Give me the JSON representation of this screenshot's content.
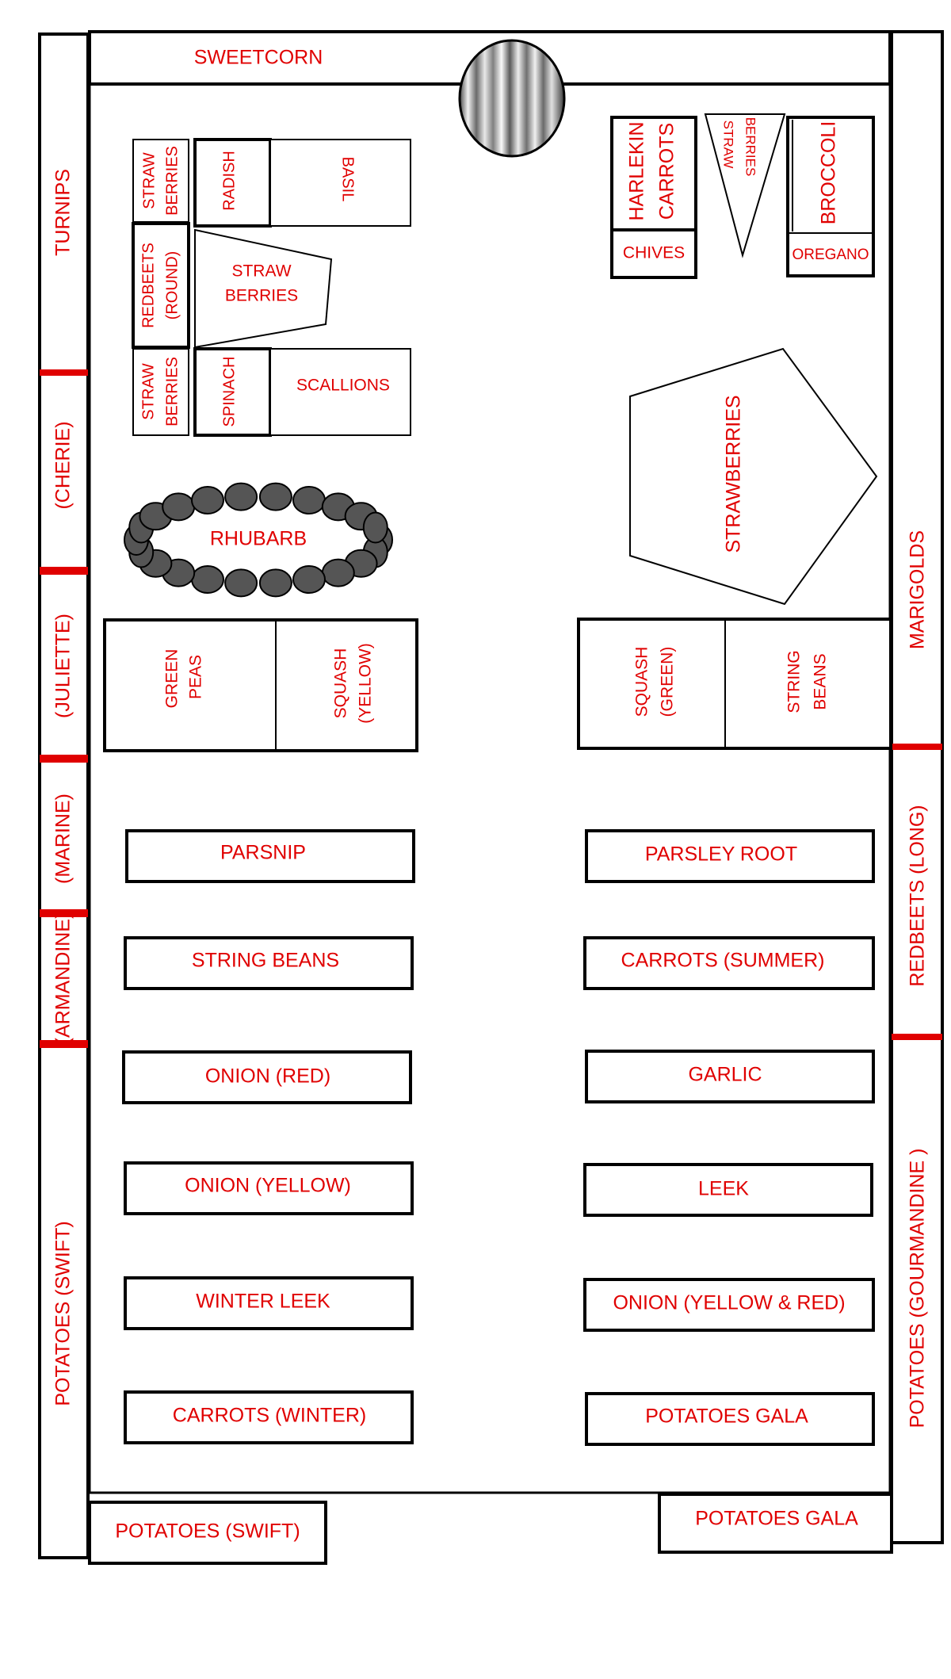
{
  "colors": {
    "label": "#e00000",
    "outline": "#000000",
    "divider": "#e00000",
    "stone": "#555555"
  },
  "labels": {
    "sweetcorn": "SWEETCORN",
    "turnips": "TURNIPS",
    "cherie": "(CHERIE)",
    "juliette": "(JULIETTE)",
    "marine": "(MARINE)",
    "armandine": "(ARMANDINE)",
    "potatoes_swift_left": "POTATOES (SWIFT)",
    "marigolds": "MARIGOLDS",
    "redbeets_long": "REDBEETS (LONG)",
    "potatoes_gourmandine": "POTATOES (GOURMANDINE )",
    "strawberries_top_l1": "STRAW",
    "strawberries_top_l2": "BERRIES",
    "radish": "RADISH",
    "basil": "BASIL",
    "redbeets_round_l1": "REDBEETS",
    "redbeets_round_l2": "(ROUND)",
    "strawberries_mid_l1": "STRAW",
    "strawberries_mid_l2": "BERRIES",
    "strawberries_low_l1": "STRAW",
    "strawberries_low_l2": "BERRIES",
    "spinach": "SPINACH",
    "scallions": "SCALLIONS",
    "rhubarb": "RHUBARB",
    "harlekin_l1": "HARLEKIN",
    "harlekin_l2": "CARROTS",
    "chives": "CHIVES",
    "strawberries_tri_l1": "STRAW",
    "strawberries_tri_l2": "BERRIES",
    "broccoli": "BROCCOLI",
    "oregano": "OREGANO",
    "strawberries_pentagon": "STRAWBERRIES",
    "green_peas_l1": "GREEN",
    "green_peas_l2": "PEAS",
    "squash_yellow_l1": "SQUASH",
    "squash_yellow_l2": "(YELLOW)",
    "squash_green_l1": "SQUASH",
    "squash_green_l2": "(GREEN)",
    "string_beans_right_l1": "STRING",
    "string_beans_right_l2": "BEANS",
    "parsnip": "PARSNIP",
    "string_beans_left": "STRING BEANS",
    "onion_red": "ONION (RED)",
    "onion_yellow": "ONION (YELLOW)",
    "winter_leek": "WINTER LEEK",
    "carrots_winter": "CARROTS (WINTER)",
    "parsley_root": "PARSLEY ROOT",
    "carrots_summer": "CARROTS (SUMMER)",
    "garlic": "GARLIC",
    "leek": "LEEK",
    "onion_yellow_red": "ONION (YELLOW & RED)",
    "potatoes_gala_row": "POTATOES GALA",
    "potatoes_swift_bottom": "POTATOES (SWIFT)",
    "potatoes_gala_bottom": "POTATOES GALA"
  }
}
